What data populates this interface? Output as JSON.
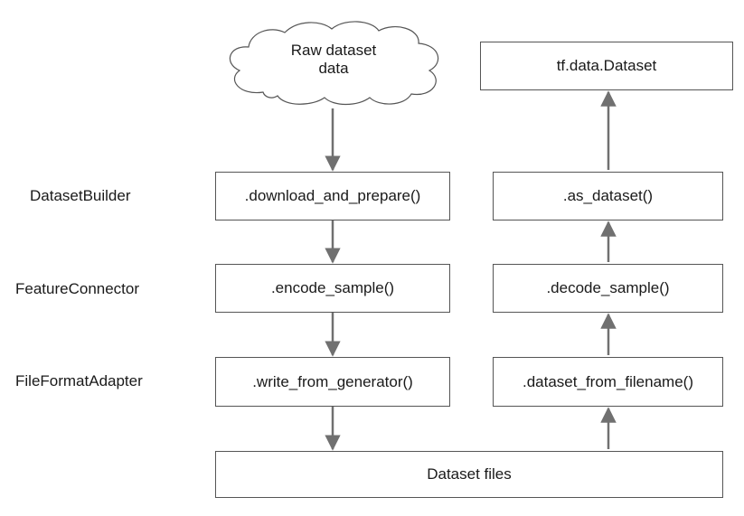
{
  "source": {
    "line1": "Raw dataset",
    "line2": "data"
  },
  "output": {
    "label": "tf.data.Dataset"
  },
  "rows": {
    "builder": {
      "label": "DatasetBuilder",
      "write": ".download_and_prepare()",
      "read": ".as_dataset()"
    },
    "connector": {
      "label": "FeatureConnector",
      "write": ".encode_sample()",
      "read": ".decode_sample()"
    },
    "adapter": {
      "label": "FileFormatAdapter",
      "write": ".write_from_generator()",
      "read": ".dataset_from_filename()"
    }
  },
  "files": {
    "label": "Dataset files"
  },
  "colors": {
    "border": "#555555",
    "arrow": "#707070",
    "text": "#1a1a1a"
  }
}
